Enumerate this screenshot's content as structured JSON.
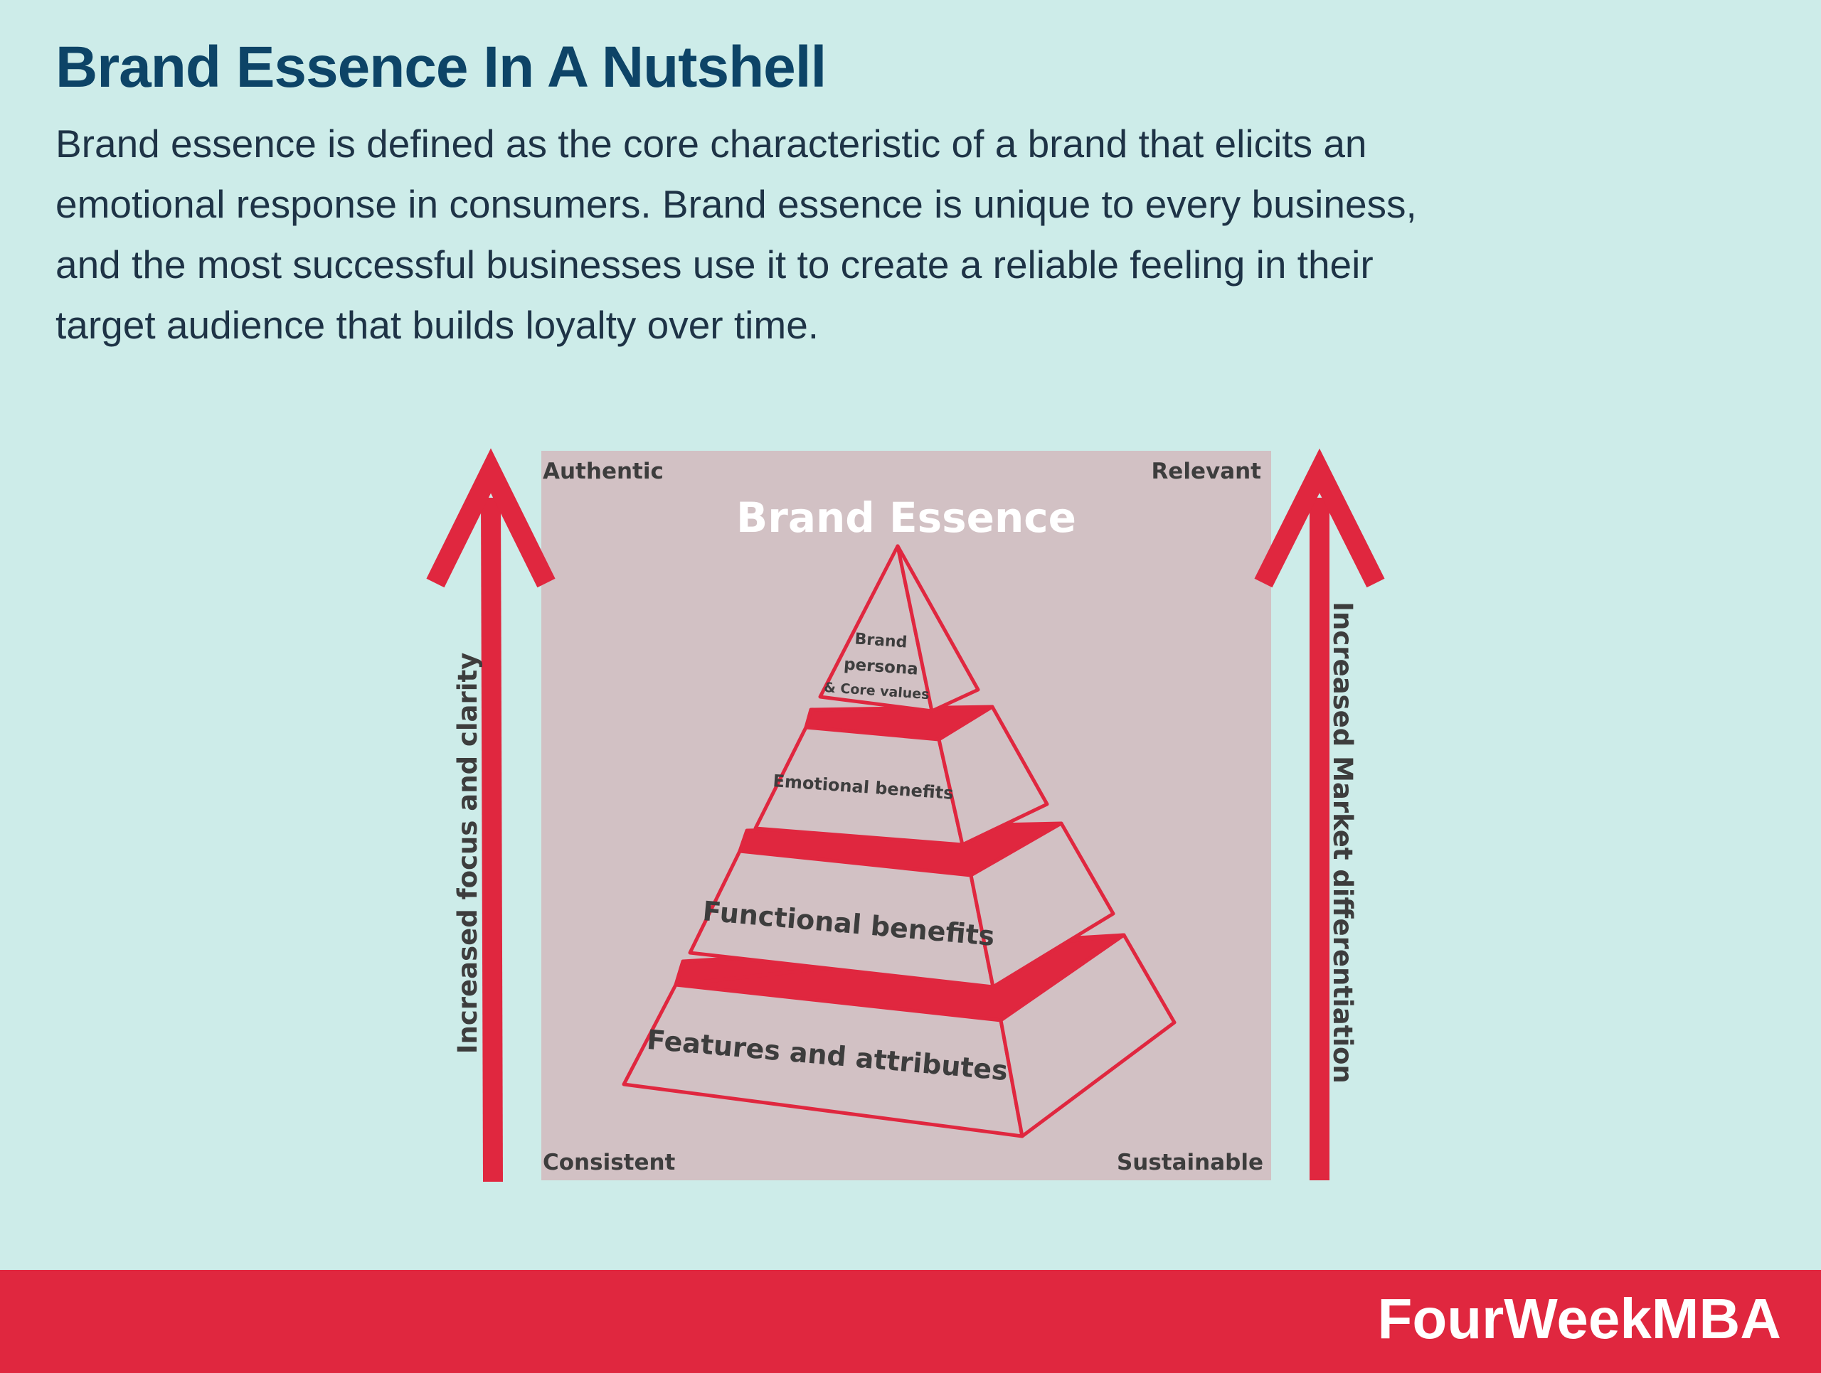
{
  "header": {
    "title": "Brand Essence In A Nutshell",
    "description": "Brand essence is defined as the core characteristic of a brand that elicits an emotional response in consumers. Brand essence is unique to every business, and the most successful businesses use it to create a reliable feeling in their target audience that builds loyalty over time."
  },
  "diagram": {
    "top_title": "Brand Essence",
    "corners": {
      "top_left": "Authentic",
      "top_right": "Relevant",
      "bottom_left": "Consistent",
      "bottom_right": "Sustainable"
    },
    "left_arrow_label": "Increased focus and clarity",
    "right_arrow_label": "Increased Market differentiation",
    "pyramid": {
      "apex_line1": "Brand",
      "apex_line2": "persona",
      "apex_line3": "& Core values",
      "tier2": "Emotional benefits",
      "tier3": "Functional benefits",
      "tier4": "Features and attributes"
    },
    "colors": {
      "accent": "#e0273f",
      "panel": "#d2c1c4",
      "text": "#3d3d3d"
    }
  },
  "footer": {
    "brand": "FourWeekMBA"
  }
}
